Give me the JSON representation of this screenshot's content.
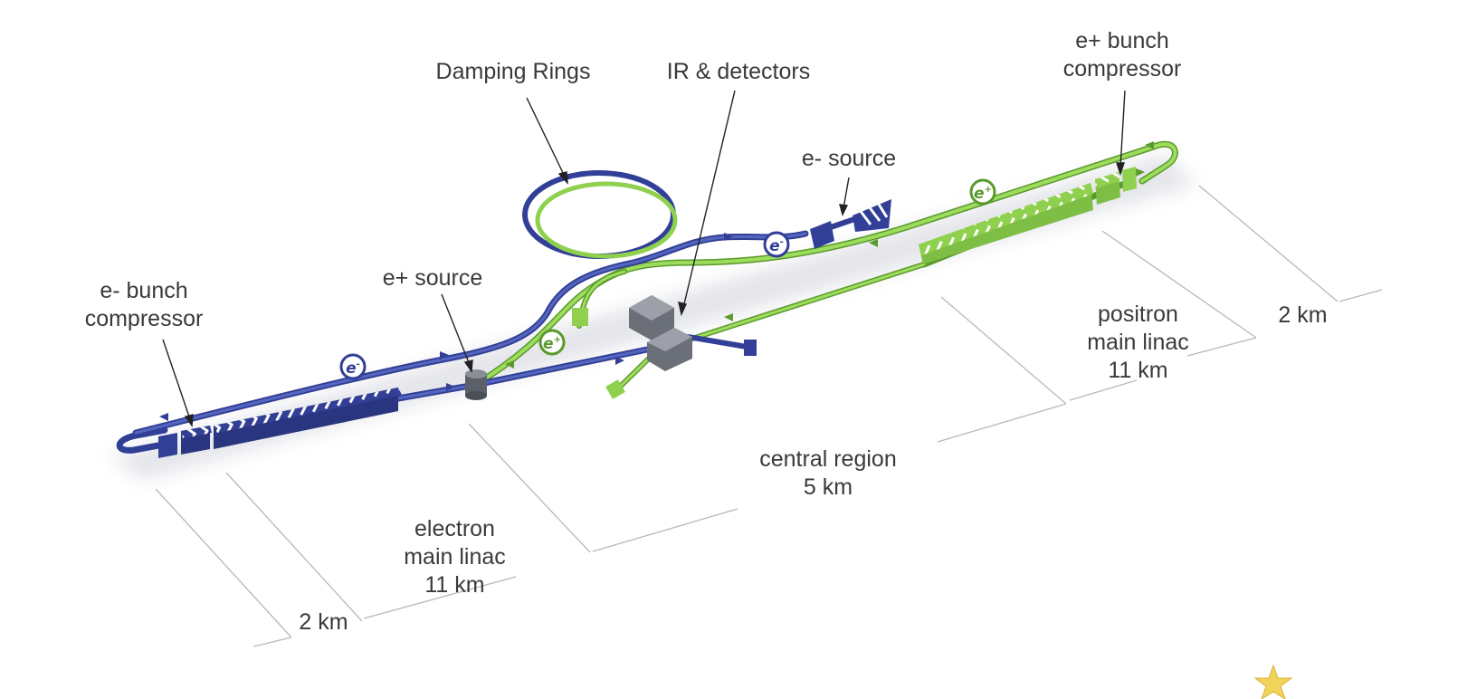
{
  "colors": {
    "electron_blue": "#323f96",
    "electron_blue_light": "#5566c0",
    "positron_green": "#8fd14f",
    "positron_green_dark": "#5a9a2c",
    "device_gray": "#6b6f78",
    "dimension_gray": "#b8b8b8",
    "shadow": "#e4e5ea",
    "text": "#3a3a3a"
  },
  "labels": {
    "damping_rings": "Damping Rings",
    "ir_detectors": "IR & detectors",
    "e_plus_bunch_compressor": {
      "line1": "e+ bunch",
      "line2": "compressor"
    },
    "e_minus_source": "e- source",
    "e_plus_source": "e+ source",
    "e_minus_bunch_compressor": {
      "line1": "e- bunch",
      "line2": "compressor"
    },
    "positron_main_linac": {
      "line1": "positron",
      "line2": "main linac",
      "line3": "11 km"
    },
    "right_length": "2 km",
    "central_region": {
      "line1": "central region",
      "line2": "5 km"
    },
    "electron_main_linac": {
      "line1": "electron",
      "line2": "main linac",
      "line3": "11 km"
    },
    "left_length": "2 km"
  },
  "particle_badges": [
    {
      "symbol": "e",
      "charge": "-",
      "beam": "electron"
    },
    {
      "symbol": "e",
      "charge": "-",
      "beam": "electron"
    },
    {
      "symbol": "e",
      "charge": "+",
      "beam": "positron"
    },
    {
      "symbol": "e",
      "charge": "+",
      "beam": "positron"
    }
  ],
  "icons": [
    "electron-badge-icon",
    "positron-badge-icon",
    "detector-block-icon",
    "source-cylinder-icon",
    "logo-star-icon"
  ]
}
